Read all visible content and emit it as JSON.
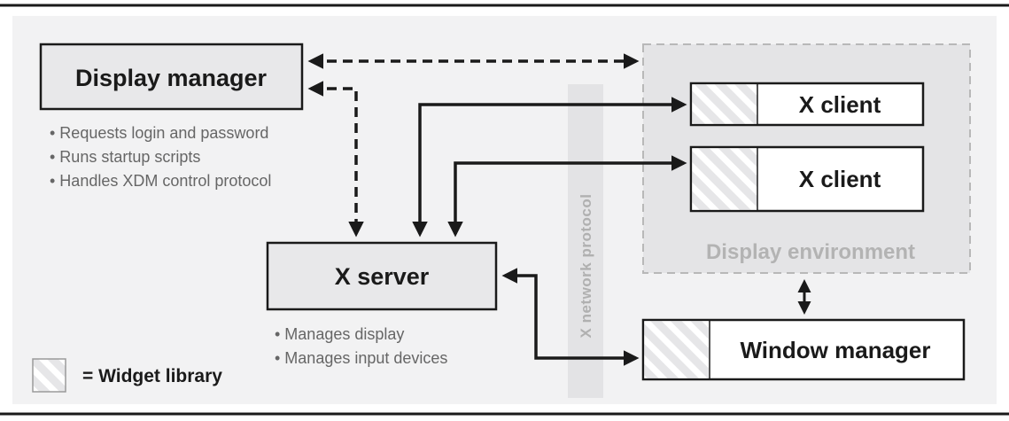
{
  "display_manager": {
    "label": "Display manager",
    "bullets": [
      "• Requests login and password",
      "• Runs startup scripts",
      "• Handles XDM control protocol"
    ]
  },
  "x_server": {
    "label": "X server",
    "bullets": [
      "• Manages display",
      "• Manages input devices"
    ]
  },
  "x_clients": [
    {
      "label": "X client"
    },
    {
      "label": "X client"
    }
  ],
  "display_environment": {
    "label": "Display environment"
  },
  "window_manager": {
    "label": "Window manager"
  },
  "network_protocol": {
    "label": "X network protocol"
  },
  "legend": {
    "label": "= Widget library"
  },
  "colors": {
    "box_fill": "#e8e8ea",
    "region_fill": "#ebebed",
    "stroke": "#1a1a1a",
    "muted_text": "#b3b3b3",
    "bullet_text": "#666666"
  }
}
